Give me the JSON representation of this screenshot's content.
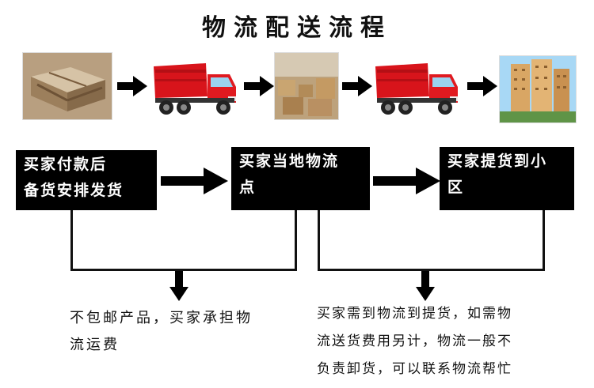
{
  "title": "物流配送流程",
  "flow": {
    "step1_line1": "买家付款后",
    "step1_line2": "备货安排发货",
    "step2_line1": "买家当地物流",
    "step2_line2": "点",
    "step3_line1": "买家提货到小",
    "step3_line2": "区"
  },
  "notes": {
    "left_line1": "不包邮产品，买家承担物",
    "left_line2": "流运费",
    "right_line1": "买家需到物流到提货，如需物",
    "right_line2": "流送货费用另计，物流一般不",
    "right_line3": "负责卸货，可以联系物流帮忙"
  },
  "colors": {
    "box_bg": "#000000",
    "box_text": "#ffffff",
    "truck_body": "#d8141b",
    "arrow": "#000000"
  },
  "icons": [
    "stone-pallet-photo",
    "dump-truck-icon",
    "warehouse-photo",
    "dump-truck-icon",
    "apartment-building-photo"
  ]
}
